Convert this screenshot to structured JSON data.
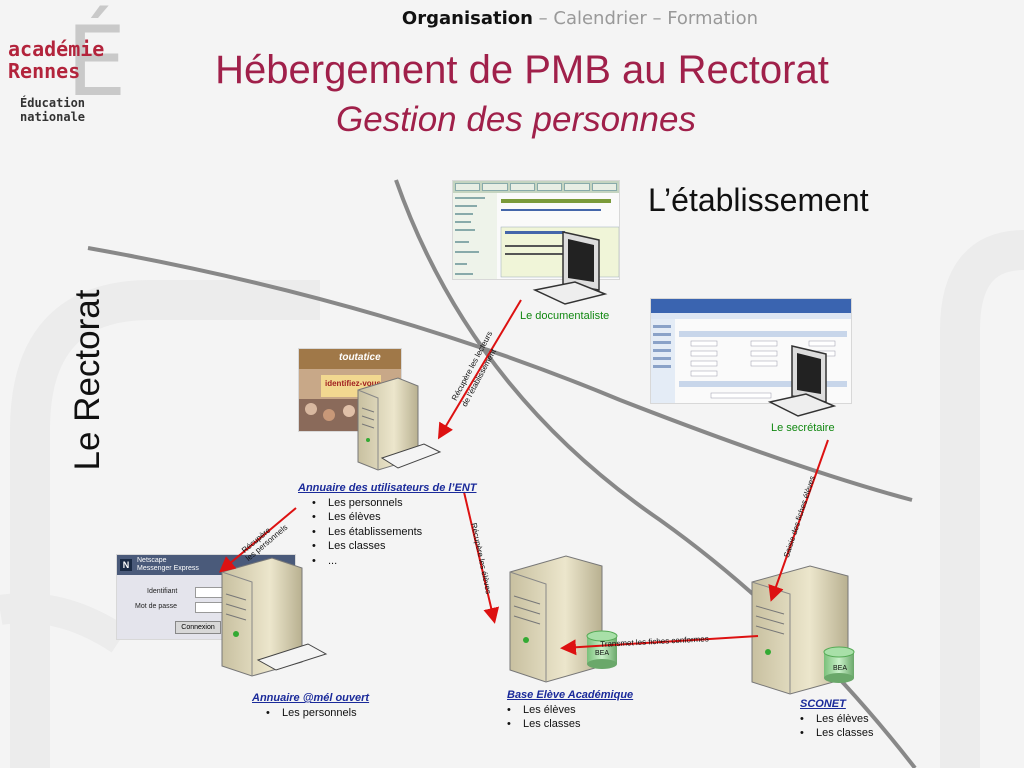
{
  "header": {
    "nav_current": "Organisation",
    "nav_rest": " – Calendrier – Formation",
    "title": "Hébergement de PMB au Rectorat",
    "subtitle": "Gestion des personnes"
  },
  "logo": {
    "line1": "académie",
    "line2": "Rennes",
    "line3": "Éducation",
    "line4": "nationale"
  },
  "regions": {
    "etablissement": "L’établissement",
    "rectorat": "Le Rectorat"
  },
  "actors": {
    "documentaliste": "Le documentaliste",
    "secretaire": "Le secrétaire"
  },
  "services": {
    "ent": {
      "title": "Annuaire des utilisateurs de l’ENT",
      "items": [
        "Les personnels",
        "Les élèves",
        "Les établissements",
        "Les classes",
        "..."
      ]
    },
    "mel": {
      "title": "Annuaire @mél ouvert",
      "items": [
        "Les personnels"
      ]
    },
    "bea": {
      "title": "Base Elève Académique",
      "items": [
        "Les élèves",
        "Les classes"
      ]
    },
    "sconet": {
      "title": "SCONET",
      "items": [
        "Les élèves",
        "Les classes"
      ]
    }
  },
  "db": {
    "label_bea": "BEA",
    "label_sconet": "BEA"
  },
  "arrows": {
    "recup_lecteurs_1": "Récupère les lecteurs",
    "recup_lecteurs_2": "de l’établissement",
    "recup_personnels_1": "Récupère",
    "recup_personnels_2": "les personnels",
    "recup_eleves": "Récupère les élèves",
    "saisie": "Saisie des fiches élèves",
    "transmet": "Transmet les fiches conformes"
  },
  "login": {
    "brand": "Netscape",
    "brand2": "Messenger Express",
    "field_id": "Identifiant",
    "field_pw": "Mot de passe",
    "button": "Connexion"
  },
  "portal": {
    "label": "toutatice",
    "identify": "identifiez-vous"
  },
  "colors": {
    "title": "#a0204a",
    "link": "#1a2a9a",
    "actor": "#118811",
    "arrow": "#dd1111"
  }
}
